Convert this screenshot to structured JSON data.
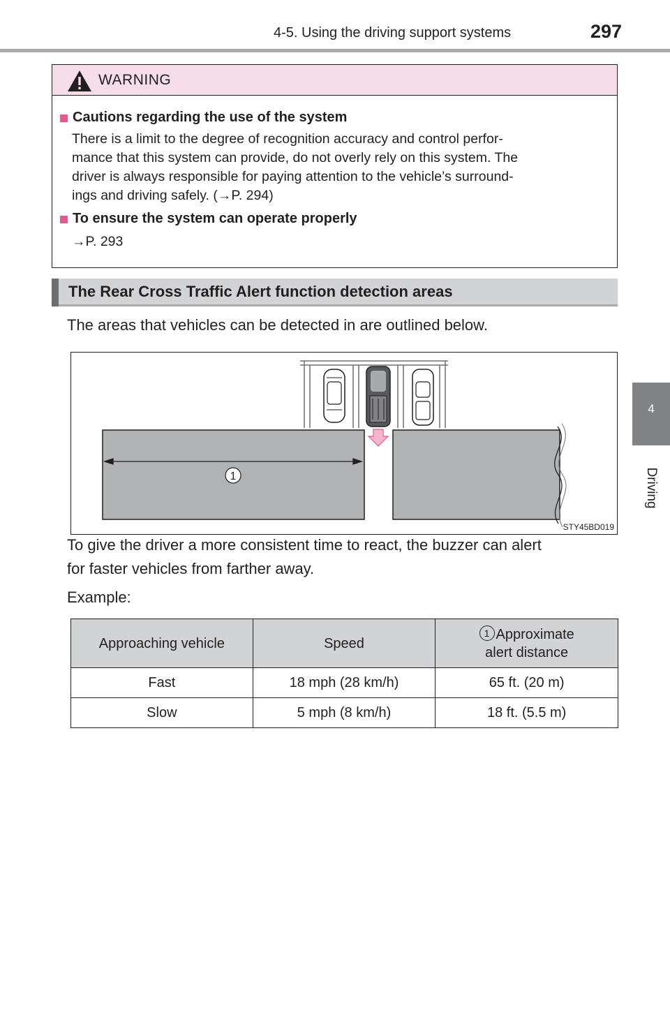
{
  "header": {
    "section": "4-5. Using the driving support systems",
    "page_number": "297"
  },
  "side_tab": {
    "chapter_number": "4",
    "chapter_label": "Driving"
  },
  "warning": {
    "title": "WARNING",
    "items": [
      {
        "heading": "Cautions regarding the use of the system",
        "lines": [
          "There is a limit to the degree of recognition accuracy and control perfor-",
          "mance that this system can provide, do not overly rely on this system. The",
          "driver is always responsible for paying attention to the vehicle’s surround-",
          "ings and driving safely. (→P. 294)"
        ]
      },
      {
        "heading": "To ensure the system can operate properly",
        "lines": [
          "→P. 293"
        ]
      }
    ]
  },
  "section_title": "The Rear Cross Traffic Alert function detection areas",
  "intro_text": "The areas that vehicles can be detected in are outlined below.",
  "figure": {
    "callout": "1",
    "code": "STY45BD019"
  },
  "para_line1": "To give the driver a more consistent time to react, the buzzer can alert",
  "para_line2": "for faster vehicles from farther away.",
  "example_label": "Example:",
  "table": {
    "headers": [
      "Approaching vehicle",
      "Speed",
      "Approximate",
      "alert distance"
    ],
    "header_callout": "1",
    "rows": [
      [
        "Fast",
        "18 mph (28 km/h)",
        "65 ft. (20 m)"
      ],
      [
        "Slow",
        "5 mph (8 km/h)",
        "18 ft. (5.5 m)"
      ]
    ]
  }
}
